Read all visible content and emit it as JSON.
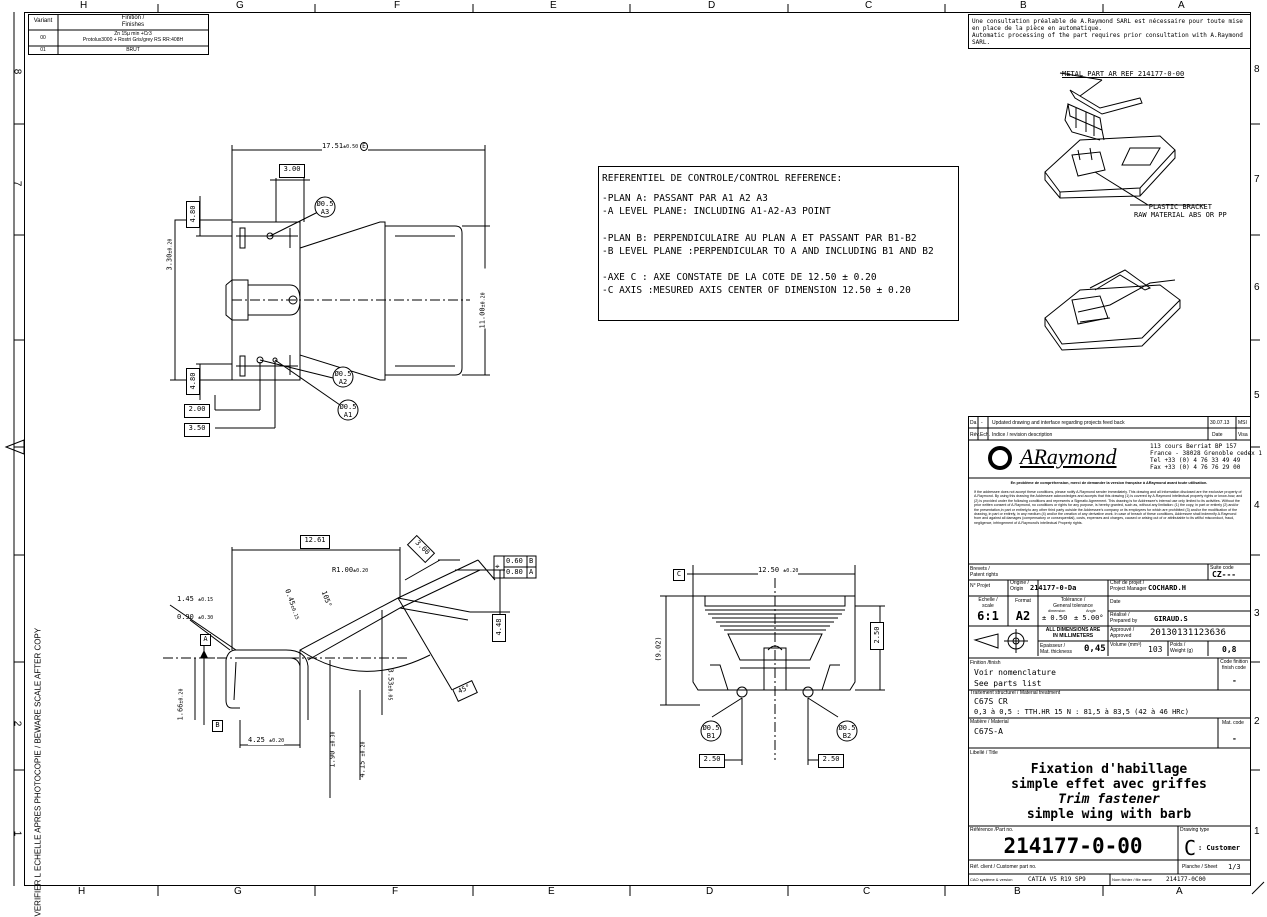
{
  "border": {
    "top_letters": [
      "H",
      "G",
      "F",
      "E",
      "D",
      "C",
      "B",
      "A"
    ],
    "bottom_letters": [
      "H",
      "G",
      "F",
      "E",
      "D",
      "C",
      "B",
      "A"
    ],
    "left_numbers": [
      "8",
      "7",
      "2",
      "1"
    ],
    "right_numbers": [
      "8",
      "7",
      "6",
      "5",
      "4",
      "3",
      "2",
      "1"
    ],
    "side_note": "VERIFIER L ECHELLE APRES PHOTOCOPIE / BEWARE SCALE AFTER COPY"
  },
  "finish_table": {
    "header_variant": "Variant",
    "header_finish": "Finition /\nFinishes",
    "rows": [
      {
        "variant": "00",
        "finish": "Zn 15µ min +Cr3\nProtolux3000 + Rostri Gris/grey RS RR:408H"
      },
      {
        "variant": "01",
        "finish": "BRUT"
      }
    ]
  },
  "consultation_note": [
    "Une consultation préalable de A.Raymond SARL est nécessaire pour toute mise",
    "en place de la pièce en automatique.",
    "Automatic processing of the part requires prior consultation with A.Raymond SARL."
  ],
  "reference_box": {
    "title": "REFERENTIEL DE CONTROLE/CONTROL REFERENCE:",
    "lines": [
      "-PLAN A: PASSANT PAR A1 A2 A3",
      "-A LEVEL PLANE: INCLUDING A1-A2-A3 POINT",
      "",
      "-PLAN B: PERPENDICULAIRE AU PLAN A ET PASSANT PAR B1-B2",
      "-B LEVEL PLANE :PERPENDICULAR TO A AND INCLUDING B1 AND B2",
      "",
      "-AXE C : AXE CONSTATE DE LA COTE DE 12.50 ± 0.20",
      "-C AXIS :MESURED AXIS CENTER OF DIMENSION 12.50 ± 0.20"
    ]
  },
  "iso_labels": {
    "metal": "METAL PART AR REF 214177-0-00",
    "plastic": "PLASTIC BRACKET\nRAW MATERIAL ABS OR PP"
  },
  "top_view_dims": {
    "overall": "17.51",
    "overall_tol": "±0.50",
    "overall_sym": "E",
    "d300": "3.00",
    "d480a": "4.80",
    "d330": "3.30",
    "d330tol": "±0.20",
    "d480b": "4.80",
    "d200": "2.00",
    "d350": "3.50",
    "d1100": "11.00",
    "d1100tol": "±0.20",
    "a3": "Ø0.5\nA3",
    "a2": "Ø0.5\nA2",
    "a1": "Ø0.5\nA1"
  },
  "side_view_dims": {
    "d1261": "12.61",
    "d300": "3.00",
    "r100": "R1.00",
    "r100tol": "±0.20",
    "d145": "1.45",
    "d145tol": "±0.15",
    "d090": "0.90",
    "d090tol": "±0.30",
    "d045": "0.45",
    "d045tol": "±0.15",
    "ang105": "105°",
    "d448": "4.48",
    "d353": "3.53",
    "d353tol": "±0.05",
    "ang45": "45°",
    "d166": "1.66",
    "d166tol": "±0.20",
    "d425": "4.25",
    "d425tol": "±0.20",
    "d190": "1.90",
    "d190tol": "±0.30",
    "d415": "4.15",
    "d415tol": "±0.20",
    "datum_a": "A",
    "datum_b": "B",
    "fc_sym": "⌖",
    "fc_r1": [
      "0.60",
      "B"
    ],
    "fc_r2": [
      "0.80",
      "A"
    ]
  },
  "front_view_dims": {
    "datum_c": "C",
    "d1250": "12.50",
    "d1250tol": "±0.20",
    "d902": "(9.02)",
    "d250v": "2.50",
    "b1": "Ø0.5\nB1",
    "b2": "Ø0.5\nB2",
    "d250a": "2.50",
    "d250b": "2.50"
  },
  "revision": {
    "rows": [
      {
        "rev": "Da",
        "ech": "-",
        "desc": "Updated drawing and interface regarding projects feed back",
        "date": "30.07.13",
        "vis": "MSI"
      },
      {
        "rev": "Rév.",
        "ech": "Ech.",
        "desc": "Indice / revision description",
        "date": "Date",
        "vis": "Visa"
      }
    ]
  },
  "company": {
    "name": "ARaymond",
    "address": [
      "113 cours Berriat BP 157",
      "France - 38028 Grenoble cedex 1",
      "Tel  +33 (0) 4 76 33 49 49",
      "Fax  +33 (0) 4 76 76 29 00"
    ],
    "notice_head": "En problème de compréhension, merci de demander la version française à ARaymond avant toute utilisation.",
    "notice": "If the addressee does not accept these conditions, please notify A.Raymond sender immediately. This drawing and all information disclosed are the exclusive property of A.Raymond. By using this drawing the Addressee acknowledges and accepts that this drawing (1) is covered by A.Raymond intellectual property rights or know-how, and (2) is provided under the following conditions and represents a Sigmatic Agreement. This drawing is for Addressee's internal use only limited to its activities. Without the prior written consent of A.Raymond, no conditions or rights for any purpose, is hereby granted, such as, without any limitation: (1) the copy, in part or entirely (2) and/or the presentation,in part or entirely,to any other third party outside the Addressee's company or its employees for which are prohibited (3) and/or the modification of the drawing, in part or entirely, in any medium (4) and/or the creation of any derivative work. In case of breach of these conditions, Addressee shall indemnify A.Raymond from and against all damages (compensatory or consequential), costs, expenses and charges, caused or arising out of or attributable to its willful misconduct, fraud, negligence, infringement of A.Raymond's intellectual Property rights."
  },
  "title_block": {
    "brevets_label": "Brevets /\nPatent rights",
    "suite_code_label": "Suite code",
    "suite_code": "CZ---",
    "projet_label": "N° Projet",
    "origine_label": "Origine /\nOrigin",
    "origine": "214177-0-Da",
    "chef_label": "Chef de projet /\nProject Manager",
    "chef": "COCHARD.H",
    "echelle_label": "Echelle /\nscale",
    "echelle": "6:1",
    "format_label": "Format",
    "format": "A2",
    "tol_label": "Tolérance /\nGeneral tolerance",
    "tol_dim_label": "dimension",
    "tol_ang_label": "Angle",
    "tol_dim": "± 0.50",
    "tol_ang": "± 5.00°",
    "date_label": "Date",
    "realise_label": "Réalisé /\nPrepared by",
    "realise": "GIRAUD.S",
    "dims_mm": "ALL DIMENSIONS ARE\nIN MILLIMETERS",
    "approuve_label": "Approuvé /\nApproved",
    "approuve": "20130131123636",
    "epaisseur_label": "Epaisseur /\nMat. thickness",
    "epaisseur": "0,45",
    "volume_label": "Volume (mm³)",
    "volume": "103",
    "poids_label": "Poids /\nWeight (g)",
    "poids": "0,8",
    "finition_label": "Finition /finish",
    "finition_1": "Voir nomenclature",
    "finition_2": "See parts list",
    "finish_code_label": "Code finition\nfinish code",
    "finish_code": "-",
    "traitement_label": "Traitement structurel / Material treatment",
    "traitement_1": "C67S CR",
    "traitement_2": "0,3 à 0,5 : TTH.HR 15 N : 81,5 à 83,5 (42 à 46 HRc)",
    "traitement_3": "-",
    "matiere_label": "Matière / Material",
    "matiere": "C67S-A",
    "mat_code_label": "Mat. code",
    "mat_code": "-",
    "libelle_label": "Libellé / Title",
    "title_1": "Fixation d'habillage",
    "title_2": "simple effet avec griffes",
    "title_3": "Trim fastener",
    "title_4": "simple wing with barb",
    "ref_label": "Référence /Part no.",
    "ref": "214177-0-00",
    "drawing_type_label": "Drawing type",
    "drawing_type": "C",
    "drawing_type_text": ": Customer",
    "ref_client_label": "Réf. client / Customer part no.",
    "planche_label": "Planche / Sheet",
    "planche": "1/3",
    "cao_label": "CAO système & version",
    "cao": "CATIA V5 R19 SP9",
    "fichier_label": "Nom fichier / file name",
    "fichier": "214177-0C00"
  }
}
